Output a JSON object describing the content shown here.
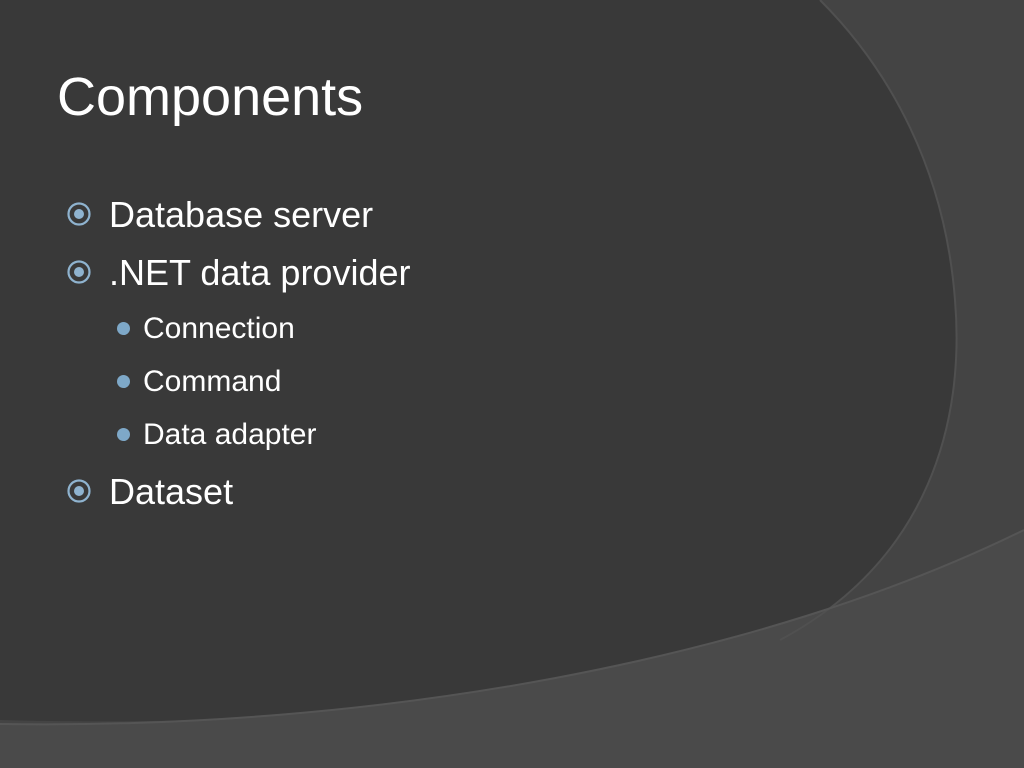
{
  "slide": {
    "title": "Components",
    "bullets": [
      {
        "text": "Database server"
      },
      {
        "text": ".NET data provider",
        "children": [
          "Connection",
          "Command",
          "Data adapter"
        ]
      },
      {
        "text": "Dataset"
      }
    ]
  },
  "colors": {
    "background": "#3a3a3a",
    "background_band": "#454545",
    "text": "#ffffff",
    "bullet_marker": "#8fb3cf",
    "sub_bullet": "#7ea8c8"
  },
  "icons": {
    "level1_bullet": "target-circle-icon",
    "level2_bullet": "filled-dot-icon"
  }
}
